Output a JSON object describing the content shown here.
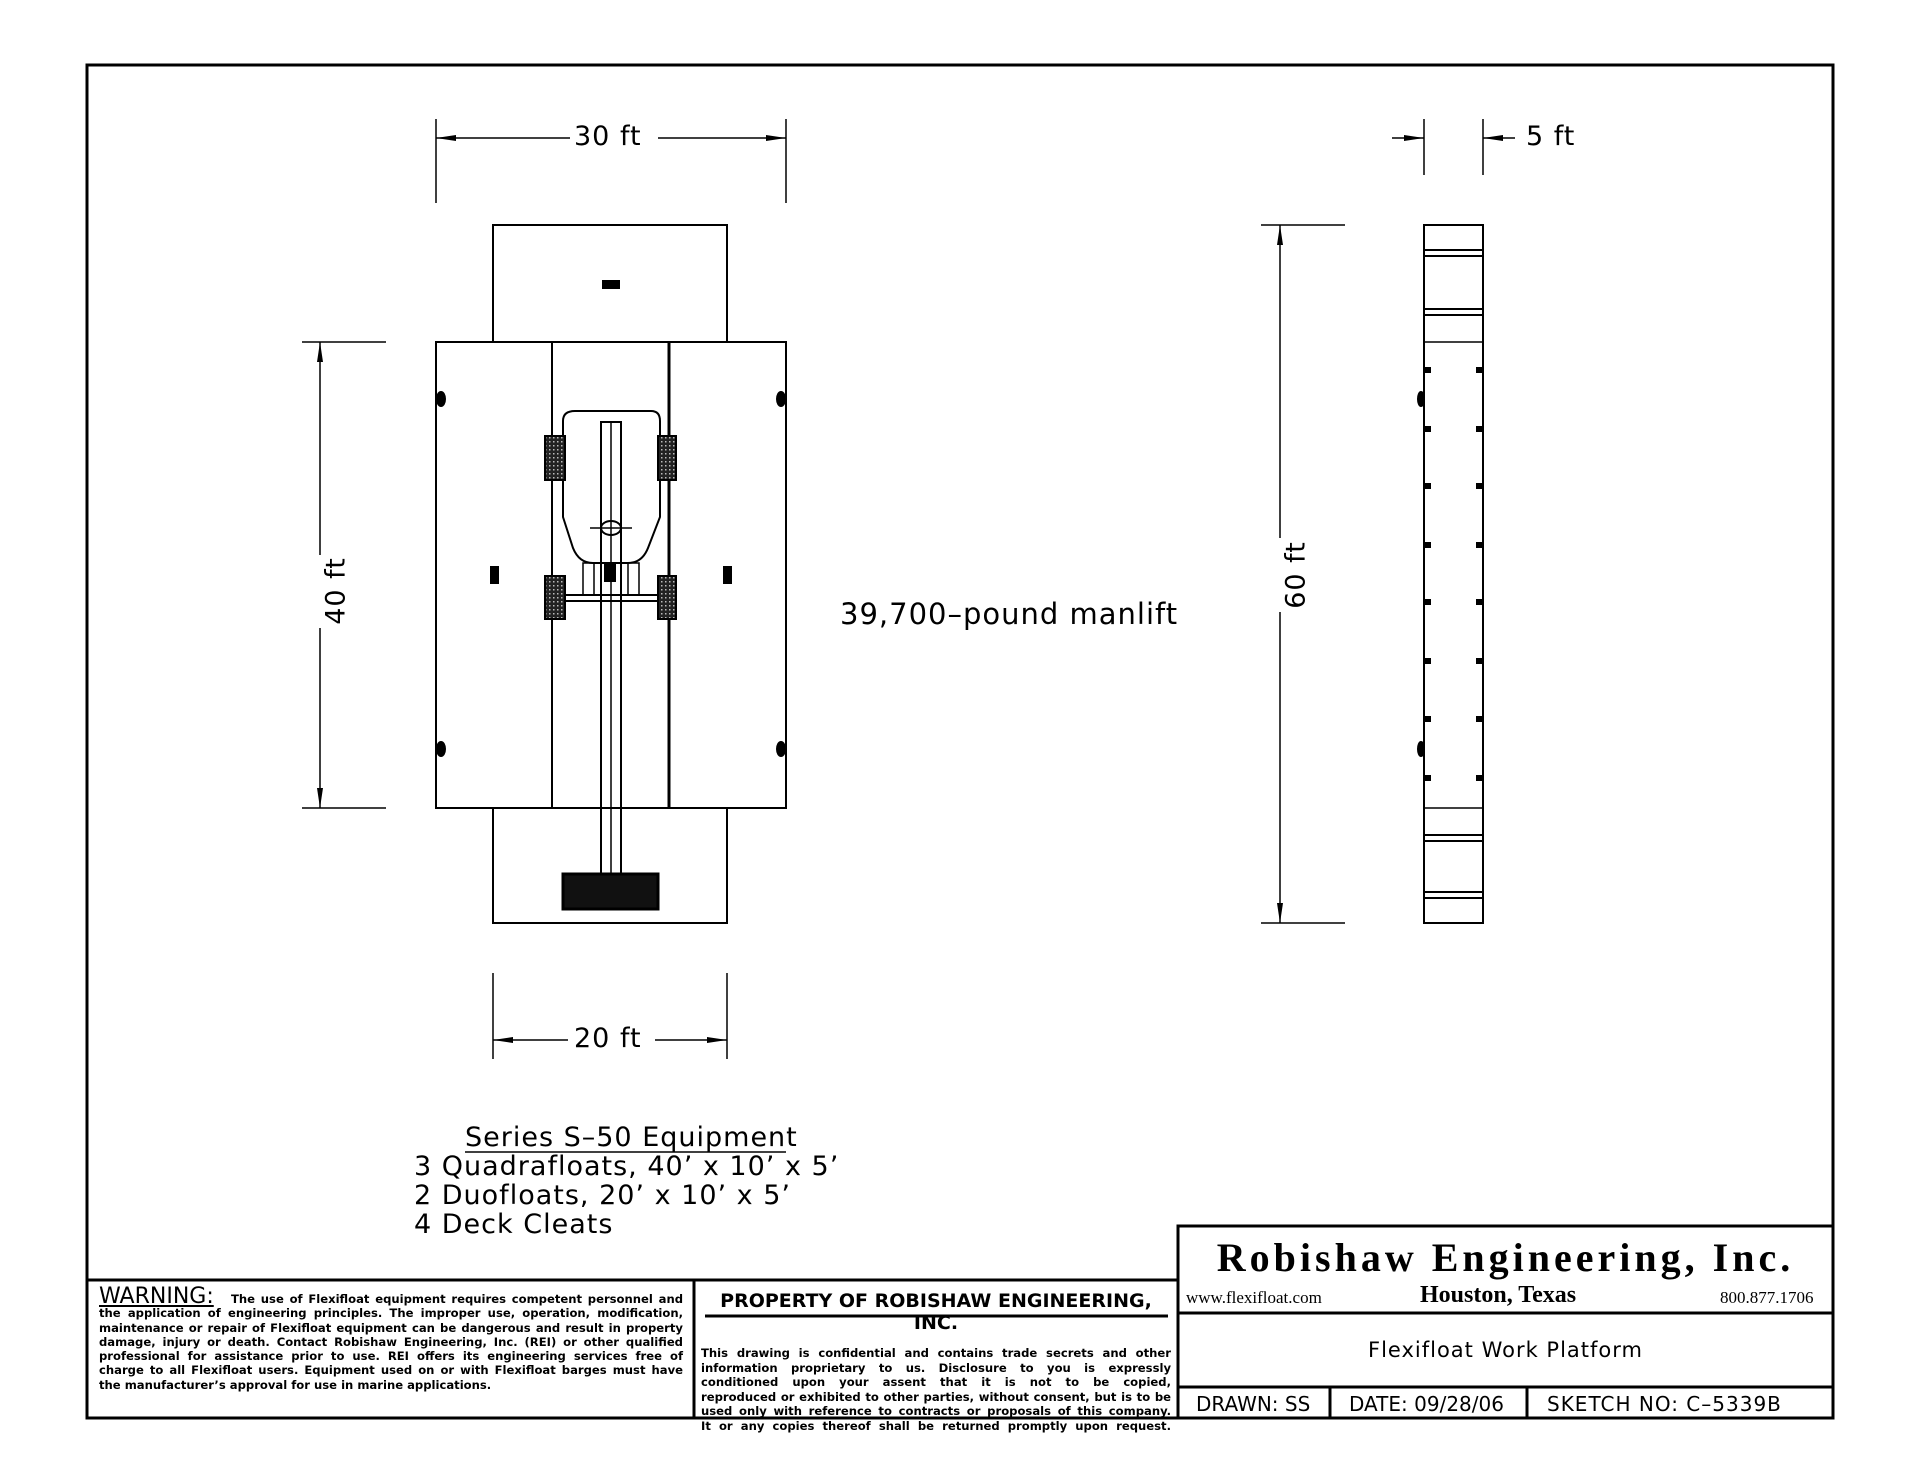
{
  "plan_view": {
    "dim_width_top": "30 ft",
    "dim_length": "40 ft",
    "dim_width_bottom": "20 ft",
    "load_label": "39,700–pound manlift"
  },
  "side_view": {
    "dim_depth": "5 ft",
    "dim_length": "60 ft"
  },
  "equipment": {
    "heading": "Series S–50 Equipment",
    "items": [
      "3 Quadrafloats, 40’ x 10’ x 5’",
      "2 Duofloats, 20’ x 10’ x 5’",
      "4 Deck Cleats"
    ]
  },
  "warning": {
    "heading": "WARNING:",
    "lines": [
      "The use of Flexifloat equipment requires competent personnel and",
      "the application of engineering principles.  The improper use, operation, modification,",
      "maintenance or repair of Flexifloat equipment can be dangerous and result in property",
      "damage, injury or death.  Contact Robishaw Engineering, Inc. (REI) or other qualified",
      "professional for assistance prior to use.  REI offers its engineering services free of",
      "charge to all Flexifloat users. Equipment used on or with Flexifloat barges must have",
      "the manufacturer’s approval for use in marine applications."
    ]
  },
  "property": {
    "heading": "PROPERTY OF ROBISHAW ENGINEERING, INC.",
    "lines": [
      "This drawing is confidential and contains trade secrets and other",
      "information proprietary to us.  Disclosure to you is expressly",
      "conditioned upon your assent that it is not to be copied,",
      "reproduced or exhibited to other parties, without consent, but is to be",
      "used only with reference to contracts or proposals of this company.",
      "It or any copies thereof shall be returned promptly upon request."
    ]
  },
  "title_block": {
    "company": "Robishaw Engineering, Inc.",
    "website": "www.flexifloat.com",
    "location": "Houston, Texas",
    "phone": "800.877.1706",
    "drawing_title": "Flexifloat Work Platform",
    "drawn": "DRAWN:  SS",
    "date": "DATE: 09/28/06",
    "sketch_no": "SKETCH  NO:  C–5339B"
  }
}
